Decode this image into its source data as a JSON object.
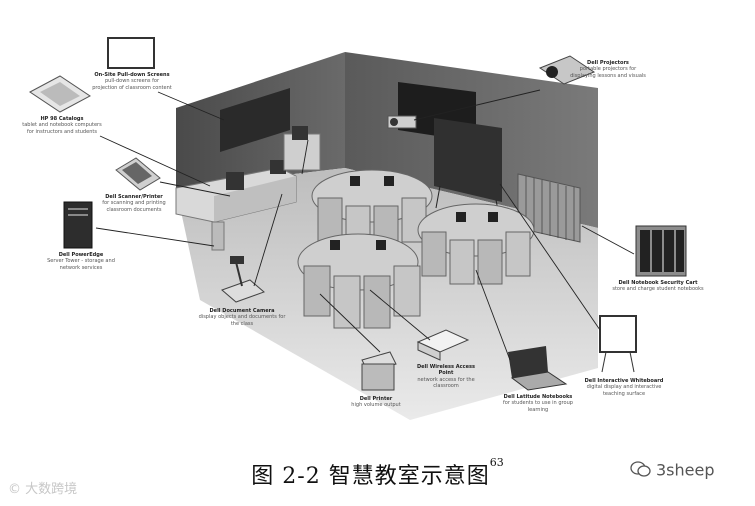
{
  "labels": [
    {
      "id": "display-screens",
      "title": "On-Site Pull-down Screens",
      "desc": "pull-down screens for projection of classroom content"
    },
    {
      "id": "catalog-tablet",
      "title": "HP 98 Catalogs",
      "desc": "tablet and notebook computers for instructors and students"
    },
    {
      "id": "printer-top",
      "title": "Dell Projectors",
      "desc": "portable projectors for displaying lessons and visuals"
    },
    {
      "id": "scanner",
      "title": "Dell Scanner/Printer",
      "desc": "for scanning and printing classroom documents"
    },
    {
      "id": "tower",
      "title": "Dell PowerEdge",
      "desc": "Server Tower - storage and network services"
    },
    {
      "id": "document-camera",
      "title": "Dell Document Camera",
      "desc": "display objects and documents for the class"
    },
    {
      "id": "notebook-cart",
      "title": "Dell Notebook Security Cart",
      "desc": "store and charge student notebooks"
    },
    {
      "id": "access-point",
      "title": "Dell Wireless Access Point",
      "desc": "network access for the classroom"
    },
    {
      "id": "notebooks",
      "title": "Dell Latitude Notebooks",
      "desc": "for students to use in group learning"
    },
    {
      "id": "whiteboard",
      "title": "Dell Interactive Whiteboard",
      "desc": "digital display and interactive teaching surface"
    },
    {
      "id": "laser-printer",
      "title": "Dell Printer",
      "desc": "high volume output"
    }
  ],
  "caption": {
    "text": "图 2-2 智慧教室示意图",
    "superscript": "63"
  },
  "watermarks": {
    "left": "大数跨境",
    "right": "3sheep"
  }
}
